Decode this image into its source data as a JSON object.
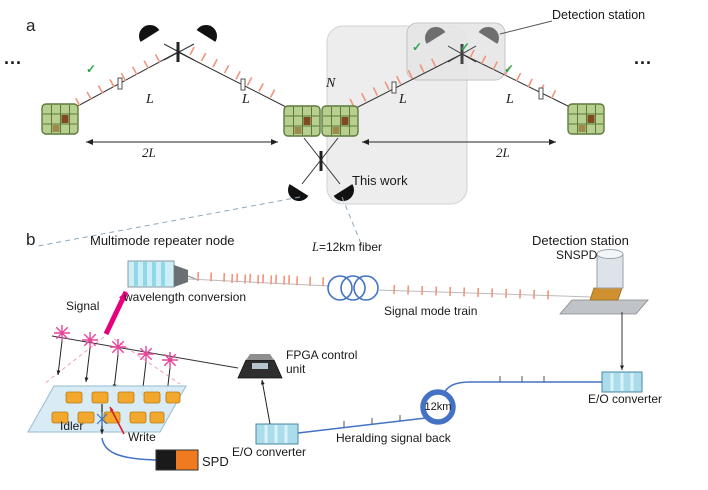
{
  "figure": {
    "panel_a": {
      "label": "a",
      "ellipsis_left": "...",
      "ellipsis_right": "...",
      "detection_station": "Detection station",
      "node_count": "N",
      "this_work": "This work",
      "arm_lengths": [
        "L",
        "L",
        "L",
        "L"
      ],
      "double_lengths": [
        "2L",
        "2L"
      ],
      "checks": [
        "✓",
        "✓",
        "✓",
        "✓"
      ]
    },
    "panel_b": {
      "label": "b",
      "repeater_node": "Multimode repeater node",
      "wavelength_conversion": "wavelength conversion",
      "signal": "Signal",
      "fiber_var": "L",
      "fiber_rest": "=12km fiber",
      "signal_mode_train": "Signal mode train",
      "detection_station": "Detection station",
      "snspd": "SNSPD",
      "fpga": "FPGA control unit",
      "eo_right": "E/O converter",
      "eo_left": "E/O converter",
      "coil": "12km",
      "heralding": "Heralding signal back",
      "idler": "Idler",
      "write": "Write",
      "spd": "SPD"
    },
    "colors": {
      "pulse_salmon": "#f0957d",
      "magenta": "#e6007e",
      "fiber_blue": "#4472c4",
      "node_green": "#b8cf90",
      "device_cyan": "#cdeef6",
      "pad_gold": "#f2a72e",
      "check_green": "#2ea44f"
    }
  }
}
